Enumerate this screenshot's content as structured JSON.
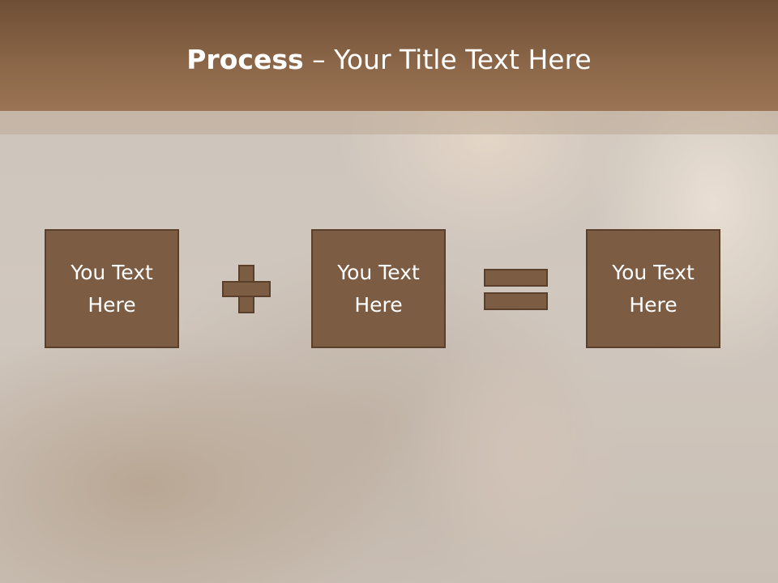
{
  "slide": {
    "title_bold": "Process",
    "title_rest": " – Your Title Text Here"
  },
  "process": {
    "boxes": [
      {
        "text": "You Text Here"
      },
      {
        "text": "You Text Here"
      },
      {
        "text": "You Text Here"
      }
    ],
    "operators": [
      "plus-icon",
      "equals-icon"
    ]
  },
  "colors": {
    "header": "#8a6547",
    "box_fill": "#7c5c43",
    "box_border": "#5a3f2b",
    "text": "#ffffff"
  }
}
